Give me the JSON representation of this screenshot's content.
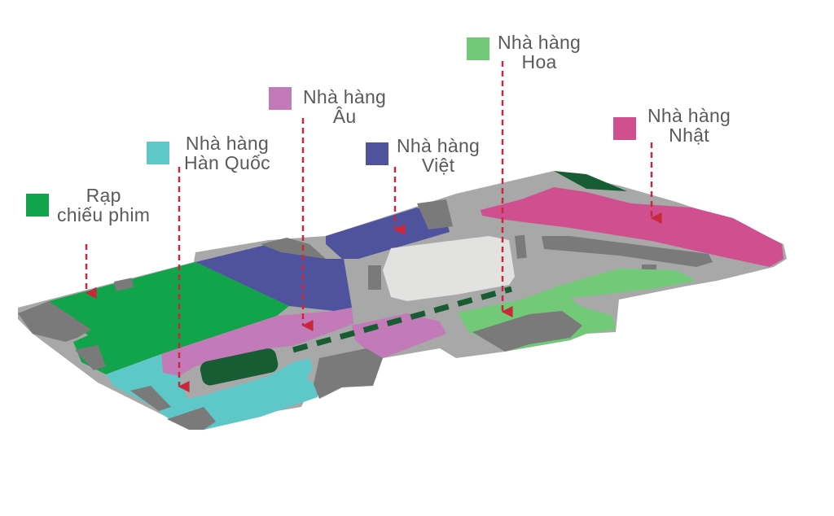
{
  "colors": {
    "floor": "#a8a8a8",
    "floor_edge": "#9a9a9a",
    "block": "#7a7a7a",
    "light_block": "#e2e3e1",
    "dark_green": "#175c33",
    "arrow": "#c8283a"
  },
  "legend": [
    {
      "id": "cinema",
      "line1": "Rạp",
      "line2": "chiếu phim",
      "color": "#12a44a"
    },
    {
      "id": "korean",
      "line1": "Nhà hàng",
      "line2": "Hàn Quốc",
      "color": "#5ec7c7"
    },
    {
      "id": "european",
      "line1": "Nhà hàng",
      "line2": "Âu",
      "color": "#c27ab9"
    },
    {
      "id": "vietnamese",
      "line1": "Nhà hàng",
      "line2": "Việt",
      "color": "#4f529c"
    },
    {
      "id": "chinese",
      "line1": "Nhà hàng",
      "line2": "Hoa",
      "color": "#72c977"
    },
    {
      "id": "japanese",
      "line1": "Nhà hàng",
      "line2": "Nhật",
      "color": "#d04f8f"
    }
  ]
}
